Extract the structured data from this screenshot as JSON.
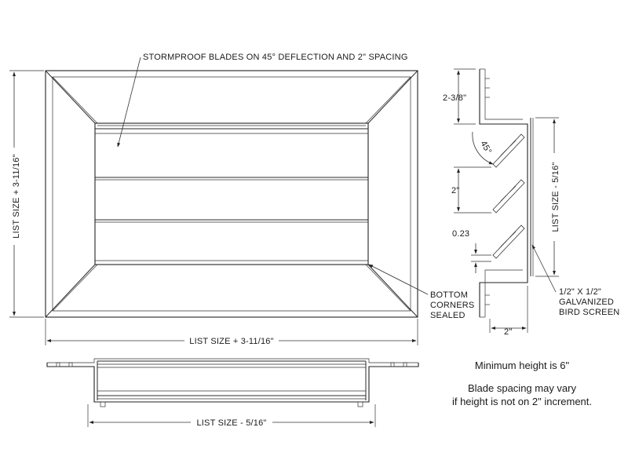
{
  "labels": {
    "stormproof_note": "STORMPROOF BLADES ON 45° DEFLECTION AND 2\" SPACING",
    "left_height_dim": "LIST SIZE + 3-11/16\"",
    "bottom_width_dim": "LIST SIZE + 3-11/16\"",
    "corners_line1": "BOTTOM",
    "corners_line2": "CORNERS",
    "corners_line3": "SEALED",
    "depth_top": "2-3/8\"",
    "angle": "45°",
    "spacing": "2\"",
    "thickness": "0.23",
    "side_height_dim": "LIST SIZE - 5/16\"",
    "screen_line1": "1/2\" X 1/2\"",
    "screen_line2": "GALVANIZED",
    "screen_line3": "BIRD SCREEN",
    "side_width_dim": "2\"",
    "section_width_dim": "LIST SIZE - 5/16\""
  },
  "notes": {
    "min_height": "Minimum height is 6\"",
    "spacing_line1": "Blade spacing may vary",
    "spacing_line2": "if height is not on 2\" increment."
  }
}
